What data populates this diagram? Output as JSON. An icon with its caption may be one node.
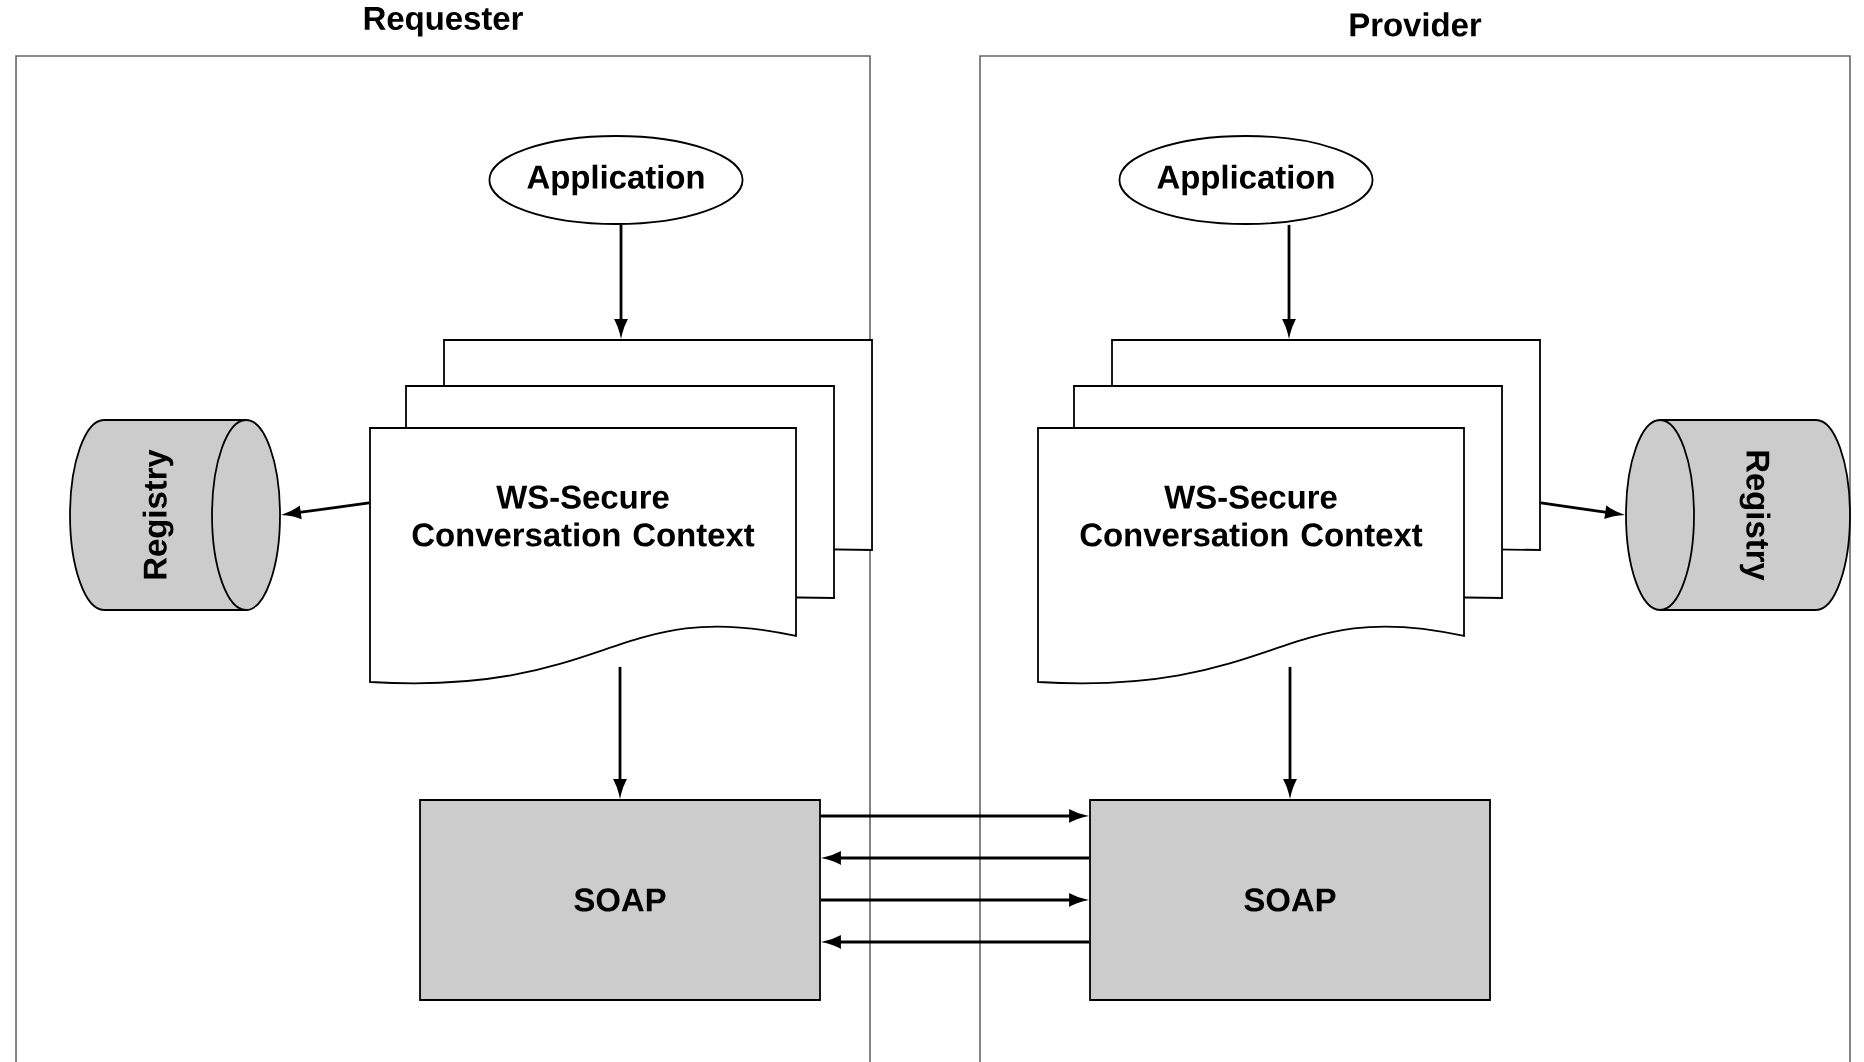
{
  "diagram": {
    "nodes": [
      {
        "text": [
          "Requester"
        ]
      },
      {
        "text": [
          "Application"
        ],
        "in": 0
      },
      {
        "text": [
          "WS-Secure Conversation Context"
        ],
        "in": 0
      },
      {
        "text": [
          "Registry"
        ],
        "in": 0
      },
      {
        "text": [
          "SOAP"
        ],
        "in": 0
      },
      {
        "text": [
          "Provider"
        ]
      },
      {
        "text": [
          "Application"
        ],
        "in": 5
      },
      {
        "text": [
          "WS-Secure Conversation Context"
        ],
        "in": 5
      },
      {
        "text": [
          "Registry"
        ],
        "in": 5
      },
      {
        "text": [
          "SOAP"
        ],
        "in": 5
      }
    ],
    "edges": [
      {
        "from": 1,
        "to": 2,
        "arrow": "to"
      },
      {
        "from": 2,
        "to": 3,
        "arrow": "to"
      },
      {
        "from": 2,
        "to": 4,
        "arrow": "to"
      },
      {
        "from": 6,
        "to": 7,
        "arrow": "to"
      },
      {
        "from": 7,
        "to": 8,
        "arrow": "to"
      },
      {
        "from": 7,
        "to": 9,
        "arrow": "to"
      },
      {
        "from": 4,
        "to": 9,
        "arrow": "to"
      },
      {
        "from": 9,
        "to": 4,
        "arrow": "to"
      },
      {
        "from": 4,
        "to": 9,
        "arrow": "to"
      },
      {
        "from": 9,
        "to": 4,
        "arrow": "to"
      }
    ]
  }
}
